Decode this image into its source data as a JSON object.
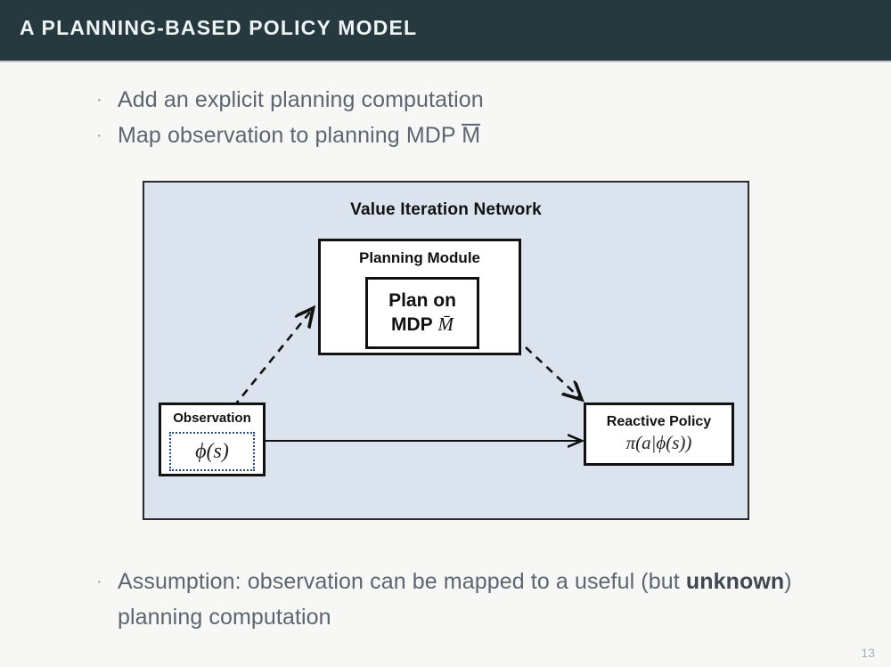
{
  "slide": {
    "title": "A Planning-based Policy Model",
    "page_number": "13",
    "colors": {
      "header_bg": "#26393f",
      "header_text": "#eef3f4",
      "body_bg": "#f7f7f6",
      "body_text": "#5c6670",
      "panel_bg": "#dae3ee",
      "panel_border": "#2a2a2a",
      "dotted_border": "#28458c",
      "page_number": "#9fb0bd"
    }
  },
  "top_bullets": [
    {
      "marker": "·",
      "text": "Add an explicit planning computation"
    },
    {
      "marker": "·",
      "text_prefix": "Map observation to planning MDP ",
      "text_overline": "M"
    }
  ],
  "diagram": {
    "title": "Value Iteration Network",
    "planning_module": {
      "label": "Planning Module",
      "inner_line1": "Plan on",
      "inner_line2_prefix": "MDP",
      "inner_line2_math": "M̄"
    },
    "observation": {
      "label": "Observation",
      "formula": "ϕ(s)"
    },
    "reactive_policy": {
      "label": "Reactive Policy",
      "formula": "π(a|ϕ(s))"
    },
    "edges": [
      {
        "name": "observation-to-planning",
        "style": "dashed"
      },
      {
        "name": "planning-to-policy",
        "style": "dashed"
      },
      {
        "name": "observation-to-policy",
        "style": "solid"
      }
    ]
  },
  "bottom_bullets": [
    {
      "marker": "·",
      "text_part1": "Assumption: observation can be mapped to a useful (but ",
      "text_bold": "unknown",
      "text_part2": ") planning computation"
    }
  ]
}
